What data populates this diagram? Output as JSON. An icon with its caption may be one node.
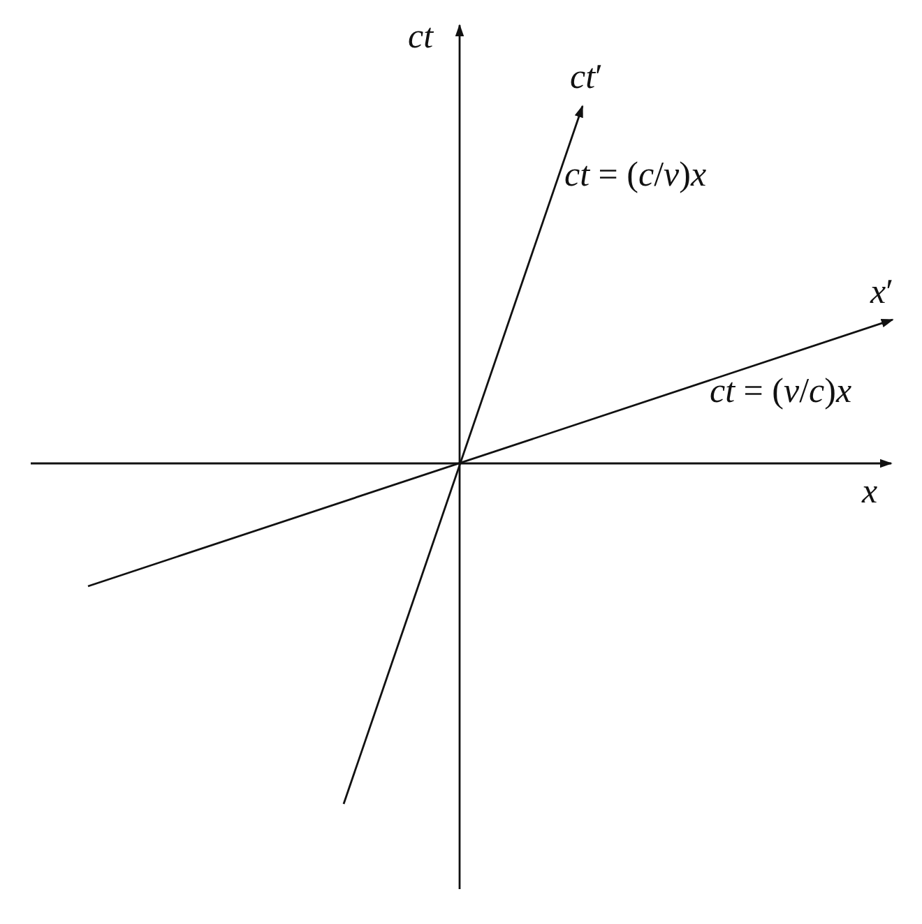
{
  "diagram": {
    "labels": [
      "*ct*",
      "*ct*′",
      "*ct* = (*c*/*v*)*x*",
      "*x*′",
      "*ct* = (*v*/*c*)*x*",
      "*x*"
    ]
  }
}
